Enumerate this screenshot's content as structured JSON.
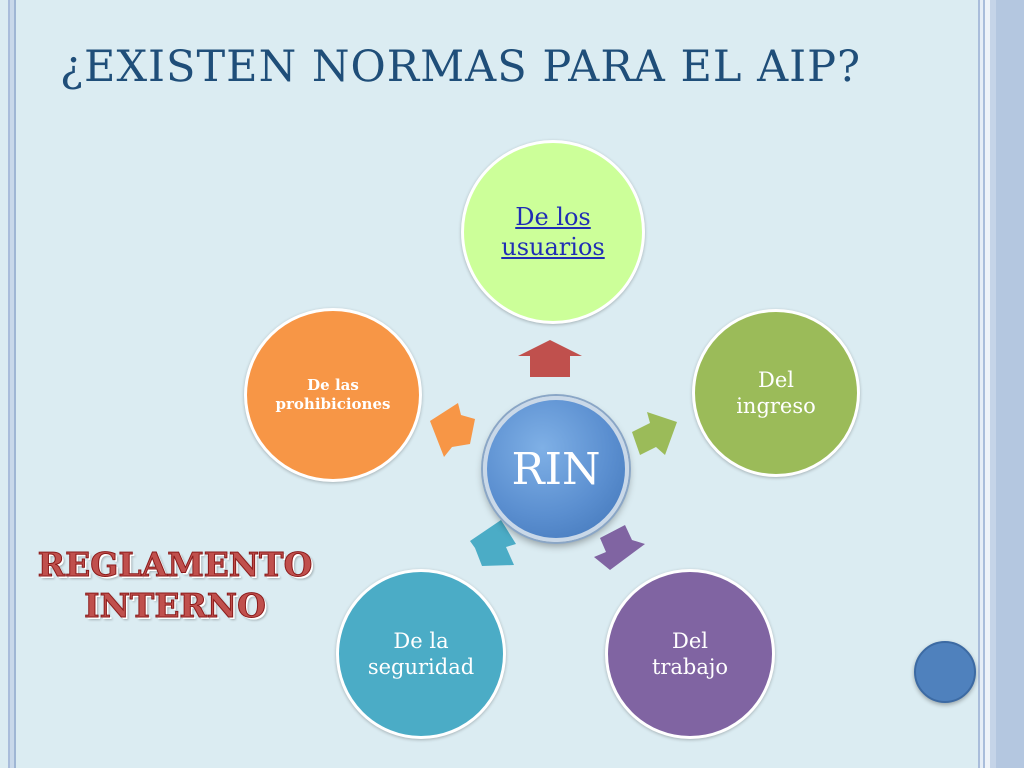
{
  "slide": {
    "title": "¿EXISTEN NORMAS PARA EL AIP?",
    "side_label": "REGLAMENTO\nINTERNO"
  },
  "diagram": {
    "center": "RIN",
    "nodes": [
      {
        "id": "top",
        "label": "De los\nusuarios",
        "color": "#ccff99"
      },
      {
        "id": "right",
        "label": "Del\ningreso",
        "color": "#9bbb59"
      },
      {
        "id": "bottom-right",
        "label": "Del\ntrabajo",
        "color": "#8064a2"
      },
      {
        "id": "bottom-left",
        "label": "De la\nseguridad",
        "color": "#4bacc6"
      },
      {
        "id": "left",
        "label": "De las\nprohibiciones",
        "color": "#f79646"
      }
    ],
    "center_color": "#4f81bd",
    "arrow_colors": [
      "#c0504d",
      "#9bbb59",
      "#8064a2",
      "#4bacc6",
      "#f79646"
    ]
  },
  "colors": {
    "background": "#dbecf2",
    "title": "#1f4e79",
    "side_label": "#c0504d",
    "nav_dot": "#4f81bd"
  }
}
